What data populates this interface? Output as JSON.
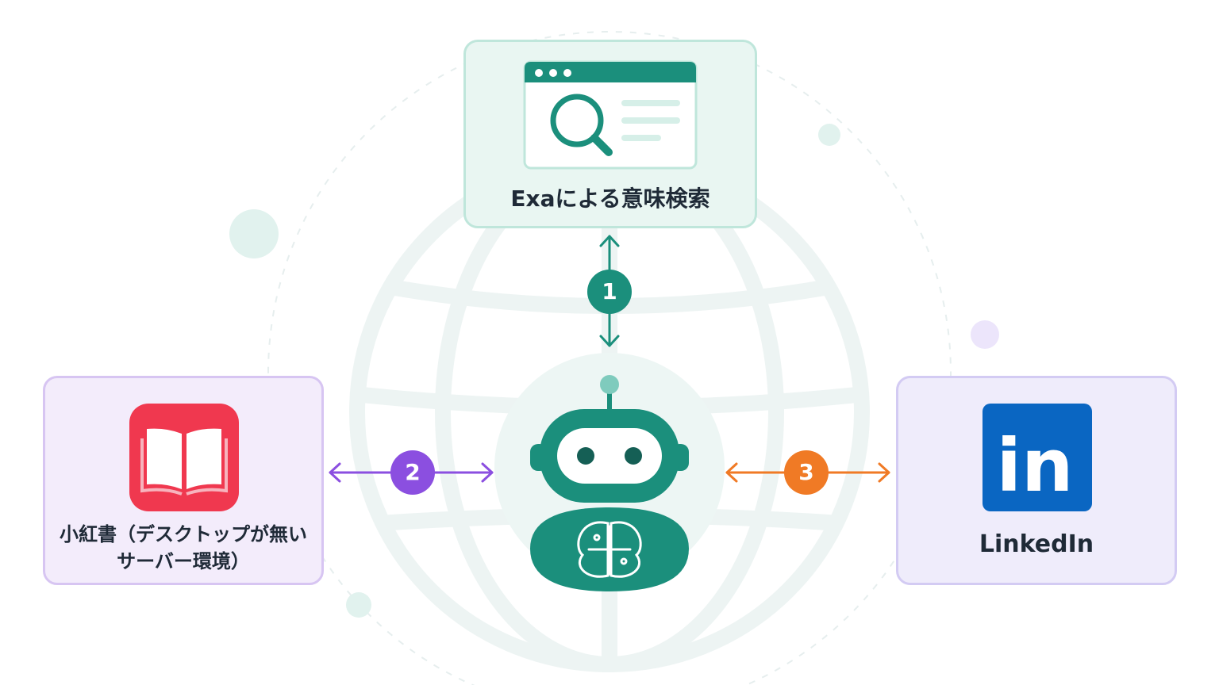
{
  "colors": {
    "teal": "#1b8f7c",
    "purple": "#8b4fe0",
    "orange": "#f07a25",
    "linkedin_blue": "#0a66c2",
    "book_red": "#f0384f"
  },
  "nodes": {
    "search": {
      "label": "Exaによる意味検索",
      "icon": "browser-search-icon"
    },
    "xiaohongshu": {
      "label_line1": "小紅書（デスクトップが無い",
      "label_line2": "サーバー環境）",
      "icon": "open-book-icon"
    },
    "linkedin": {
      "label": "LinkedIn",
      "icon_text": "in",
      "icon": "linkedin-icon"
    },
    "agent": {
      "icon": "robot-brain-icon"
    }
  },
  "connections": [
    {
      "number": "1",
      "to": "search"
    },
    {
      "number": "2",
      "to": "xiaohongshu"
    },
    {
      "number": "3",
      "to": "linkedin"
    }
  ]
}
